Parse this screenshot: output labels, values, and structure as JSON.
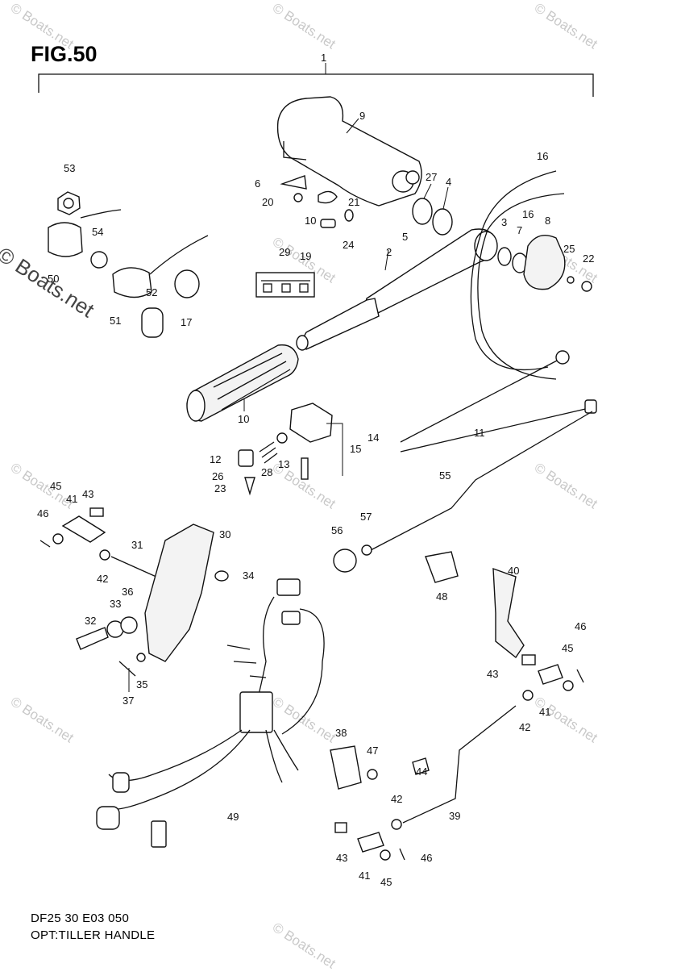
{
  "header": {
    "title": "FIG.50"
  },
  "footer": {
    "code": "DF25 30 E03  050",
    "caption": "OPT:TILLER HANDLE"
  },
  "watermark": {
    "text": "© Boats.net"
  },
  "labels": [
    {
      "id": "l1",
      "text": "1"
    },
    {
      "id": "l9",
      "text": "9"
    },
    {
      "id": "l53",
      "text": "53"
    },
    {
      "id": "l6",
      "text": "6"
    },
    {
      "id": "l20",
      "text": "20"
    },
    {
      "id": "l10a",
      "text": "10"
    },
    {
      "id": "l21",
      "text": "21"
    },
    {
      "id": "l27",
      "text": "27"
    },
    {
      "id": "l4",
      "text": "4"
    },
    {
      "id": "l16a",
      "text": "16"
    },
    {
      "id": "l16b",
      "text": "16"
    },
    {
      "id": "l54",
      "text": "54"
    },
    {
      "id": "l50",
      "text": "50"
    },
    {
      "id": "l24",
      "text": "24"
    },
    {
      "id": "l19",
      "text": "19"
    },
    {
      "id": "l5",
      "text": "5"
    },
    {
      "id": "l3",
      "text": "3"
    },
    {
      "id": "l8",
      "text": "8"
    },
    {
      "id": "l7",
      "text": "7"
    },
    {
      "id": "l25",
      "text": "25"
    },
    {
      "id": "l22",
      "text": "22"
    },
    {
      "id": "l29",
      "text": "29"
    },
    {
      "id": "l2",
      "text": "2"
    },
    {
      "id": "l52",
      "text": "52"
    },
    {
      "id": "l51",
      "text": "51"
    },
    {
      "id": "l17",
      "text": "17"
    },
    {
      "id": "l10b",
      "text": "10"
    },
    {
      "id": "l14",
      "text": "14"
    },
    {
      "id": "l11",
      "text": "11"
    },
    {
      "id": "l12",
      "text": "12"
    },
    {
      "id": "l28",
      "text": "28"
    },
    {
      "id": "l13",
      "text": "13"
    },
    {
      "id": "l15",
      "text": "15"
    },
    {
      "id": "l26",
      "text": "26"
    },
    {
      "id": "l23",
      "text": "23"
    },
    {
      "id": "l55",
      "text": "55"
    },
    {
      "id": "l45a",
      "text": "45"
    },
    {
      "id": "l41a",
      "text": "41"
    },
    {
      "id": "l43a",
      "text": "43"
    },
    {
      "id": "l46a",
      "text": "46"
    },
    {
      "id": "l31",
      "text": "31"
    },
    {
      "id": "l30",
      "text": "30"
    },
    {
      "id": "l57",
      "text": "57"
    },
    {
      "id": "l56",
      "text": "56"
    },
    {
      "id": "l42a",
      "text": "42"
    },
    {
      "id": "l34",
      "text": "34"
    },
    {
      "id": "l48",
      "text": "48"
    },
    {
      "id": "l40",
      "text": "40"
    },
    {
      "id": "l33",
      "text": "33"
    },
    {
      "id": "l36",
      "text": "36"
    },
    {
      "id": "l32",
      "text": "32"
    },
    {
      "id": "l46b",
      "text": "46"
    },
    {
      "id": "l45b",
      "text": "45"
    },
    {
      "id": "l43b",
      "text": "43"
    },
    {
      "id": "l35",
      "text": "35"
    },
    {
      "id": "l41b",
      "text": "41"
    },
    {
      "id": "l37",
      "text": "37"
    },
    {
      "id": "l42b",
      "text": "42"
    },
    {
      "id": "l38",
      "text": "38"
    },
    {
      "id": "l47",
      "text": "47"
    },
    {
      "id": "l44",
      "text": "44"
    },
    {
      "id": "l49",
      "text": "49"
    },
    {
      "id": "l42c",
      "text": "42"
    },
    {
      "id": "l39",
      "text": "39"
    },
    {
      "id": "l43c",
      "text": "43"
    },
    {
      "id": "l46c",
      "text": "46"
    },
    {
      "id": "l41c",
      "text": "41"
    },
    {
      "id": "l45c",
      "text": "45"
    }
  ]
}
